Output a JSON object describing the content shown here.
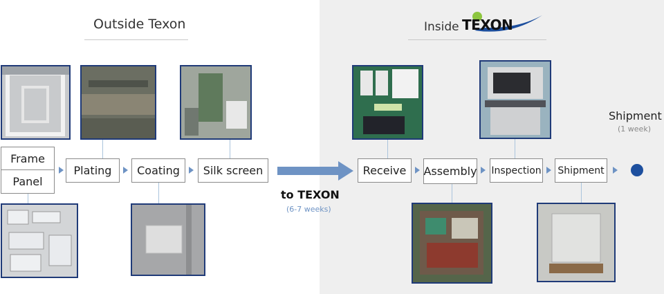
{
  "outside": {
    "title": "Outside Texon"
  },
  "inside": {
    "title": "Inside",
    "logo_text": "TEXON"
  },
  "steps": {
    "frame": "Frame",
    "panel": "Panel",
    "plating": "Plating",
    "coating": "Coating",
    "silk": "Silk screen",
    "receive": "Receive",
    "assembly": "Assembly",
    "inspection": "Inspection",
    "shipment": "Shipment"
  },
  "transfer": {
    "label": "to TEXON",
    "duration": "(6-7 weeks)"
  },
  "final": {
    "label": "Shipment",
    "duration": "(1 week)"
  },
  "colors": {
    "arrow": "#6e93c4",
    "photo_border": "#1f3a78",
    "dot": "#1d4f9e",
    "logo_green": "#8dc63f",
    "logo_blue": "#1d4f9e"
  }
}
